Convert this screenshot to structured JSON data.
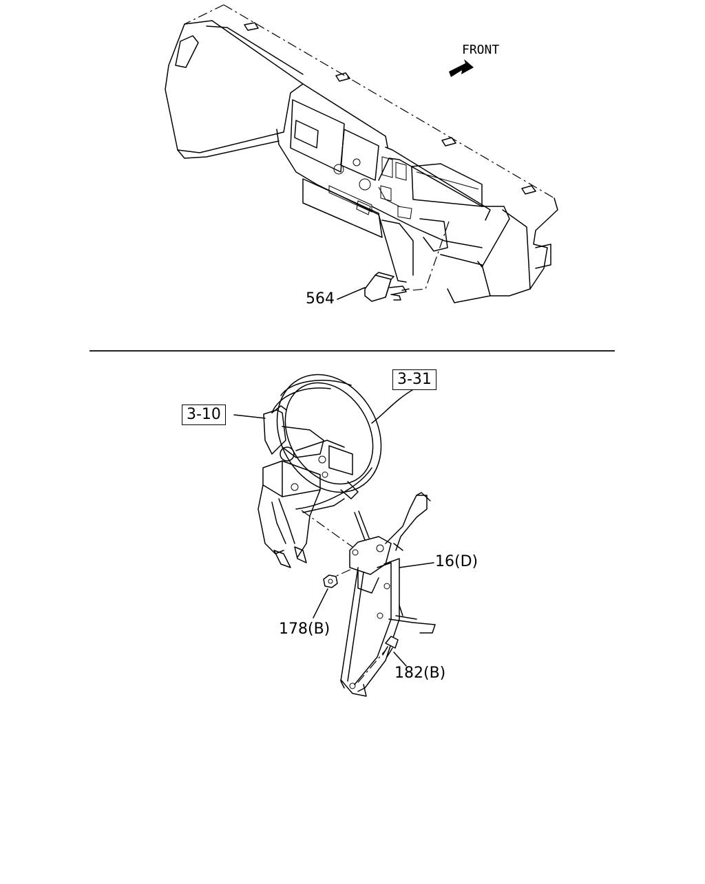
{
  "direction_label": "FRONT",
  "callouts": {
    "switch": "564",
    "bracket": "16(D)",
    "nut": "178(B)",
    "bolt": "182(B)"
  },
  "references": {
    "booster": "3-31",
    "master_cylinder": "3-10"
  }
}
